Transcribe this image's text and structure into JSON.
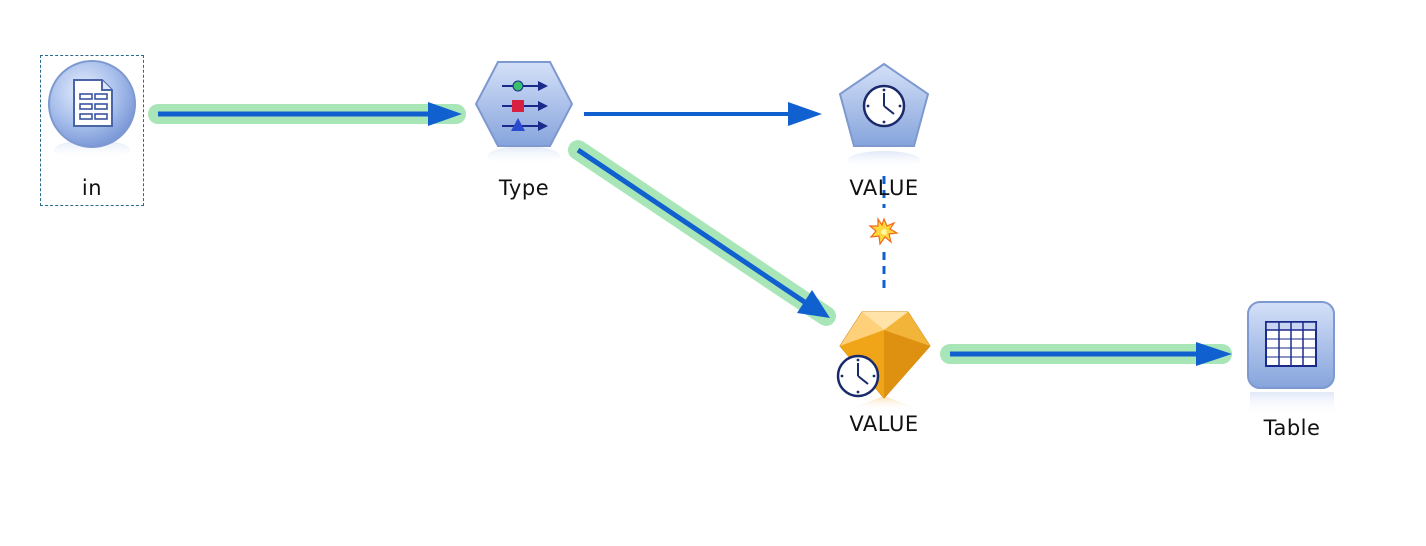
{
  "stream": {
    "nodes": [
      {
        "id": "in",
        "label": "in",
        "kind": "source-file",
        "icon": "file-source-icon",
        "selected": true
      },
      {
        "id": "type",
        "label": "Type",
        "kind": "type",
        "icon": "type-node-icon"
      },
      {
        "id": "value-model",
        "label": "VALUE",
        "kind": "time-series-model",
        "icon": "time-series-modeling-icon"
      },
      {
        "id": "value-nugget",
        "label": "VALUE",
        "kind": "model-nugget",
        "icon": "model-nugget-icon"
      },
      {
        "id": "table",
        "label": "Table",
        "kind": "table-output",
        "icon": "table-output-icon"
      }
    ],
    "links": [
      {
        "from": "in",
        "to": "type",
        "highlighted": true
      },
      {
        "from": "type",
        "to": "value-model",
        "highlighted": false
      },
      {
        "from": "type",
        "to": "value-nugget",
        "highlighted": true
      },
      {
        "from": "value-model",
        "to": "value-nugget",
        "style": "dashed-model-link"
      },
      {
        "from": "value-nugget",
        "to": "table",
        "highlighted": true
      }
    ],
    "colors": {
      "link": "#1060d0",
      "highlight": "#a8e6b8",
      "node_fill": "#8aa8e0",
      "nugget_gold": "#f0a818"
    }
  }
}
